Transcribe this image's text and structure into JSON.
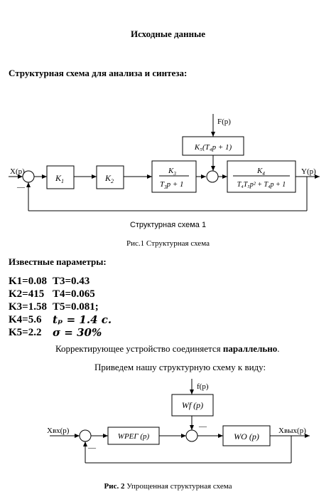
{
  "title": "Исходные данные",
  "scheme_heading": "Структурная схема для анализа и синтеза:",
  "diagram1": {
    "input": "X(p)",
    "output": "Y(p)",
    "disturbance": "F(p)",
    "minus": "—",
    "k1": "K",
    "k1_sub": "1",
    "k2": "K",
    "k2_sub": "2",
    "k3_num": "K",
    "k3_num_sub": "3",
    "k3_den": "T",
    "k3_den_sub": "3",
    "k3_den_rest": "p + 1",
    "k4_num": "K",
    "k4_num_sub": "4",
    "k4_den": "T₄T₅p² + T₄p + 1",
    "k5": "K₅(T₄p + 1)",
    "label": "Структурная схема 1"
  },
  "fig1_caption": "Рис.1 Структурная схема",
  "params_heading": "Известные параметры:",
  "params": {
    "r1c1": "K1=0.08",
    "r1c2": "T3=0.43",
    "r2c1": "K2=415",
    "r2c2": "T4=0.065",
    "r3c1": "K3=1.58",
    "r3c2": "T5=0.081;",
    "r4c1": "K4=5.6",
    "r4c2": "tₚ = 1.4 с.",
    "r5c1": "K5=2.2",
    "r5c2": "σ = 30%"
  },
  "correction_prefix": "Корректирующее устройство соединяется ",
  "correction_bold": "параллельно",
  "correction_suffix": ".",
  "bring_text": "Приведем нашу структурную схему к виду:",
  "diagram2": {
    "input": "Xвх(p)",
    "output": "Xвых(p)",
    "disturbance": "f(p)",
    "wf": "Wf (p)",
    "wreg": "WРЕГ (p)",
    "wo": "WO (p)",
    "minus": "—"
  },
  "fig2_caption_bold": "Рис. 2",
  "fig2_caption_rest": " Упрощенная структурная схема"
}
